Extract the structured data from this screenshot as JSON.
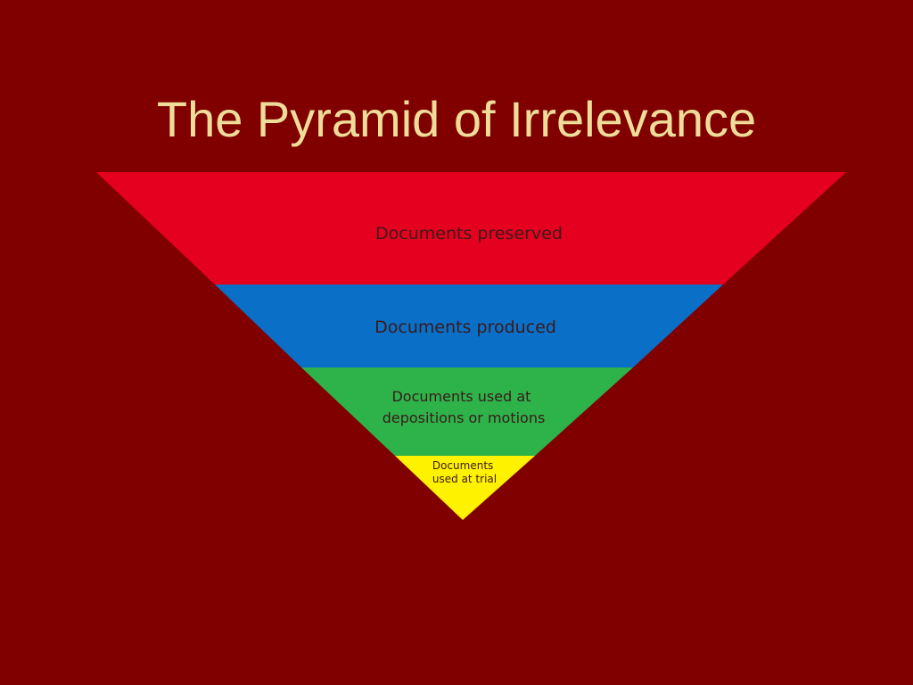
{
  "slide": {
    "title": "The Pyramid of Irrelevance"
  },
  "pyramid": {
    "layers": [
      {
        "lines": [
          "Documents preserved"
        ],
        "color": "#E60020"
      },
      {
        "lines": [
          "Documents produced"
        ],
        "color": "#0A6FC7"
      },
      {
        "lines": [
          "Documents used at",
          "depositions or motions"
        ],
        "color": "#2DB34A"
      },
      {
        "lines": [
          "Documents",
          "used at trial"
        ],
        "color": "#FFF200"
      }
    ]
  },
  "colors": {
    "background": "#800000",
    "title": "#EEDD99",
    "label_text": "#3B1A1A"
  }
}
